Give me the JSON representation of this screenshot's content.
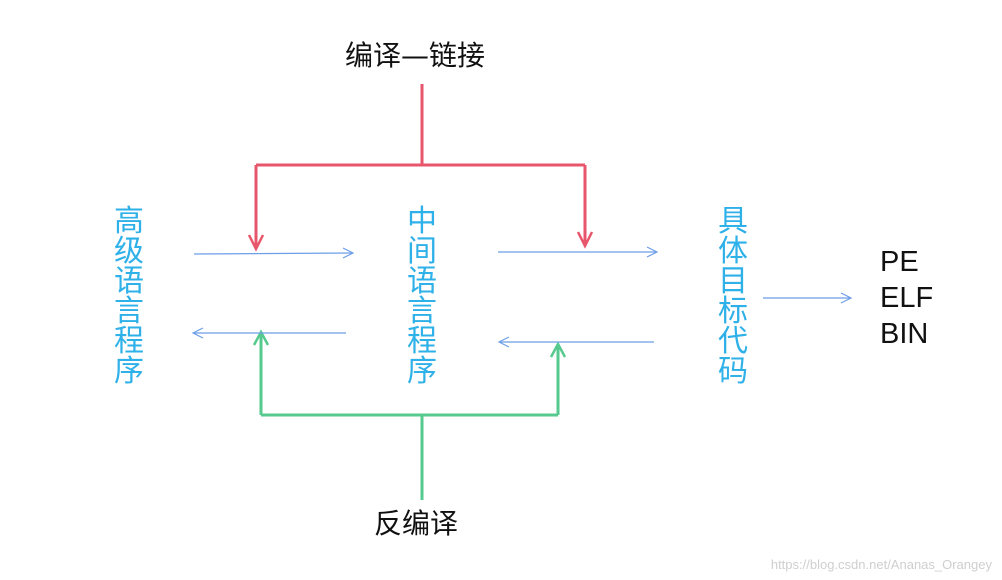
{
  "diagram": {
    "top_label": "编译—链接",
    "bottom_label": "反编译",
    "stages": [
      "高级语言程序",
      "中间语言程序",
      "具体目标代码"
    ],
    "formats": [
      "PE",
      "ELF",
      "BIN"
    ]
  },
  "colors": {
    "compile_link": "#e8566c",
    "decompile": "#56c98e",
    "stage_text": "#2eb0e8",
    "flow_arrow": "#6d9ee8"
  },
  "watermark": "https://blog.csdn.net/Ananas_Orangey"
}
